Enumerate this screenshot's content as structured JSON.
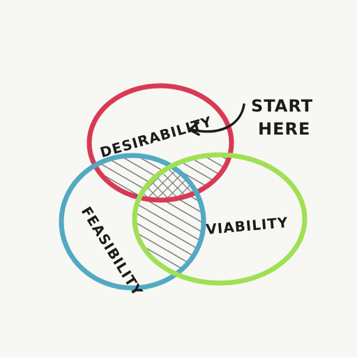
{
  "diagram": {
    "colors": {
      "background": "#f7f7f4",
      "desirability": "#d83a55",
      "feasibility": "#53a9c2",
      "viability": "#9fe055",
      "hatch": "#7a7a7a",
      "ink": "#1b1b1b"
    },
    "circles": [
      {
        "id": "desirability",
        "label": "DESIRABILITY"
      },
      {
        "id": "feasibility",
        "label": "FEASIBILITY"
      },
      {
        "id": "viability",
        "label": "VIABILITY"
      }
    ],
    "annotation": {
      "line1": "START",
      "line2": "HERE",
      "icon": "curved-arrow-icon"
    }
  }
}
